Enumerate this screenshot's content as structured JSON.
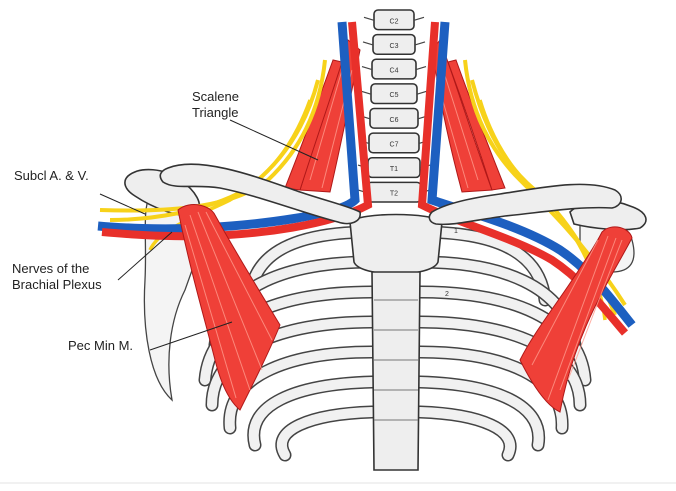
{
  "labels": {
    "scalene_line1": "Scalene",
    "scalene_line2": "Triangle",
    "subclavian": "Subcl A. & V.",
    "nerves_line1": "Nerves of the",
    "nerves_line2": "Brachial Plexus",
    "pec_min": "Pec Min M."
  },
  "vertebrae": [
    "C2",
    "C3",
    "C4",
    "C5",
    "C6",
    "C7",
    "T1",
    "T2"
  ],
  "rib_numbers": [
    "1",
    "2"
  ],
  "colors": {
    "artery": "#e8302a",
    "vein": "#1d5fc0",
    "nerve": "#f7d21a",
    "muscle": "#ef4038",
    "bone": "#eeeeee"
  }
}
